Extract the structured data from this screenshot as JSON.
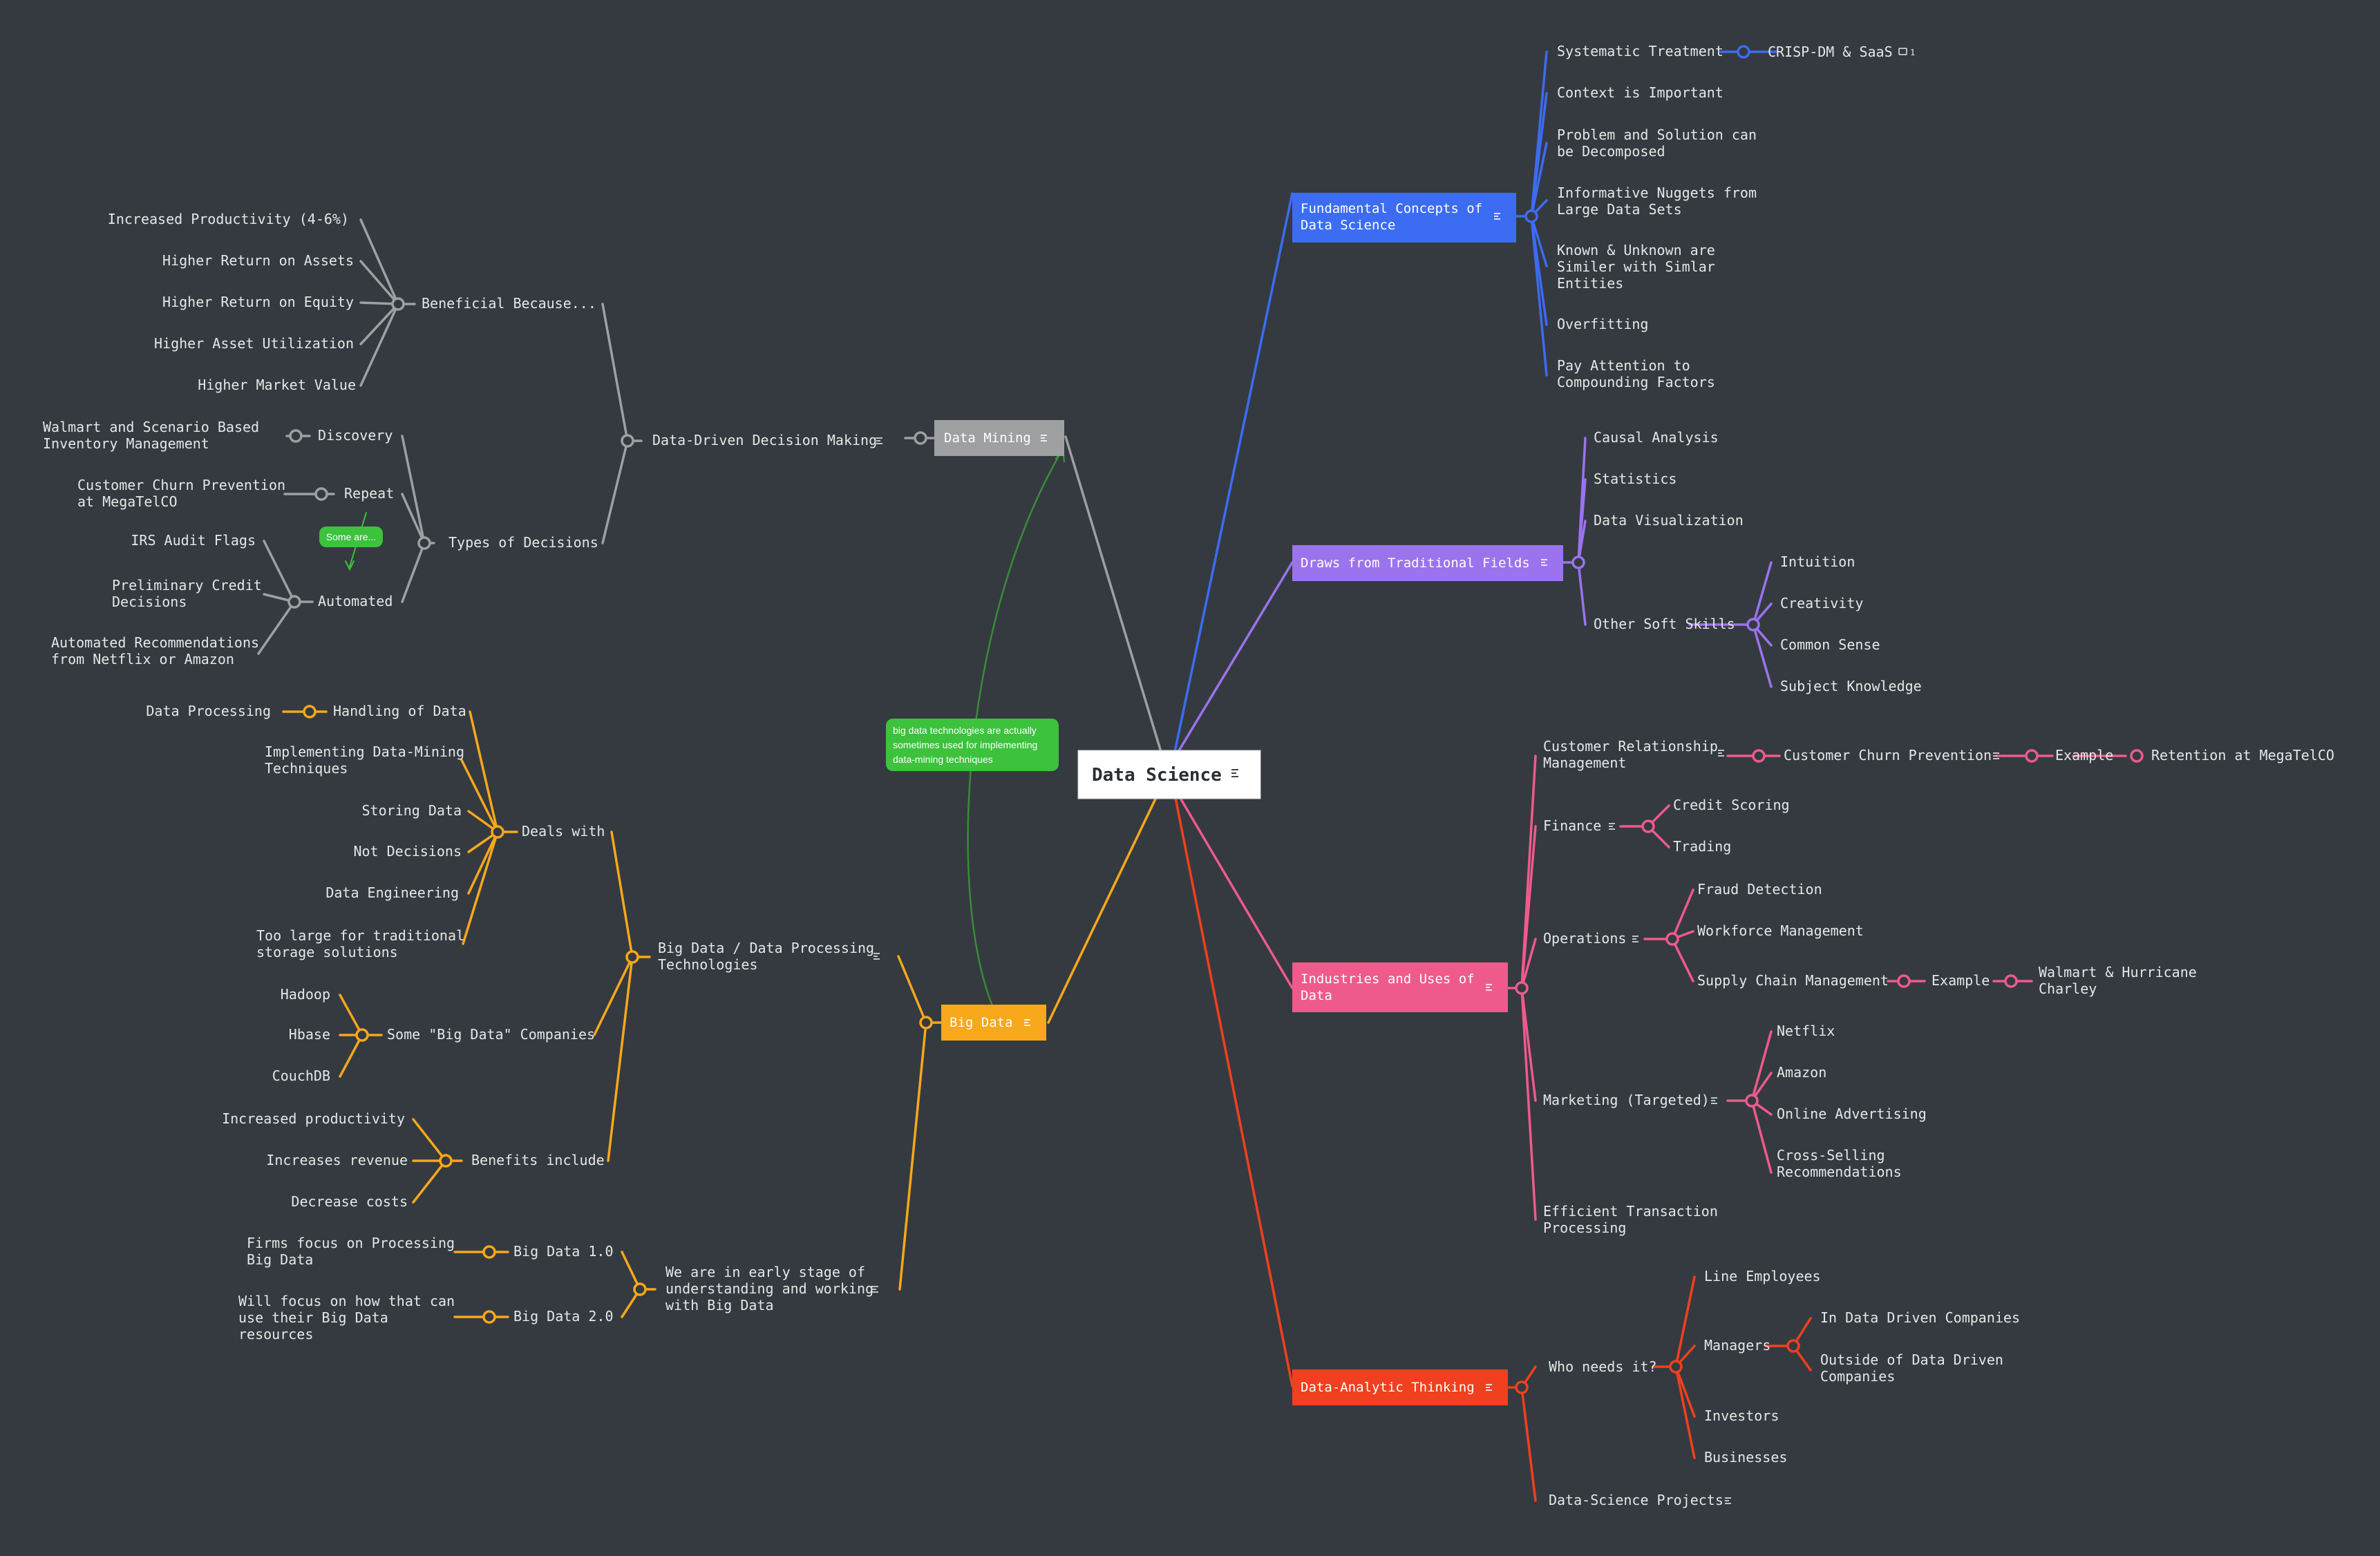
{
  "center": {
    "label": "Data Science"
  },
  "colors": {
    "background": "#353a40",
    "blue": "#3c6cf2",
    "purple": "#9b73ee",
    "pink": "#ef5a8c",
    "red": "#f0401f",
    "gray": "#9ea0a2",
    "orange": "#f7a81b",
    "green": "#3cc23c",
    "text": "#e6e6e6"
  },
  "branches": {
    "fundamentals": {
      "label_line1": "Fundamental Concepts of",
      "label_line2": "Data Science",
      "children": {
        "c1": "Systematic Treatment",
        "c1_child": "CRISP-DM & SaaS",
        "c1_comment_count": "1",
        "c2": "Context is Important",
        "c3_l1": "Problem and Solution can",
        "c3_l2": "be Decomposed",
        "c4_l1": "Informative Nuggets from",
        "c4_l2": "Large Data Sets",
        "c5_l1": "Known & Unknown are",
        "c5_l2": "Similer with Simlar",
        "c5_l3": "Entities",
        "c6": "Overfitting",
        "c7_l1": "Pay Attention to",
        "c7_l2": "Compounding Factors"
      }
    },
    "traditional": {
      "label": "Draws from Traditional Fields",
      "children": {
        "c1": "Causal Analysis",
        "c2": "Statistics",
        "c3": "Data Visualization",
        "c4": "Other Soft Skills",
        "soft": [
          "Intuition",
          "Creativity",
          "Common Sense",
          "Subject Knowledge"
        ]
      }
    },
    "industries": {
      "label_line1": "Industries and Uses of",
      "label_line2": "Data",
      "children": {
        "crm_l1": "Customer Relationship",
        "crm_l2": "Management",
        "crm_c1": "Customer Churn Prevention",
        "crm_c2": "Example",
        "crm_c3": "Retention at MegaTelCO",
        "finance": "Finance",
        "finance_c": [
          "Credit Scoring",
          "Trading"
        ],
        "operations": "Operations",
        "ops_c1": "Fraud Detection",
        "ops_c2": "Workforce Management",
        "ops_c3": "Supply Chain Management",
        "ops_c3_ex": "Example",
        "ops_c3_ex_l1": "Walmart & Hurricane",
        "ops_c3_ex_l2": "Charley",
        "marketing": "Marketing (Targeted)",
        "mkt_c1": "Netflix",
        "mkt_c2": "Amazon",
        "mkt_c3": "Online Advertising",
        "mkt_c4_l1": "Cross-Selling",
        "mkt_c4_l2": "Recommendations",
        "eff_l1": "Efficient Transaction",
        "eff_l2": "Processing"
      }
    },
    "analytic": {
      "label": "Data-Analytic Thinking",
      "children": {
        "who": "Who needs it?",
        "who_c1": "Line Employees",
        "who_c2": "Managers",
        "mgr_c1": "In Data Driven Companies",
        "mgr_c2_l1": "Outside of Data Driven",
        "mgr_c2_l2": "Companies",
        "who_c3": "Investors",
        "who_c4": "Businesses",
        "projects": "Data-Science Projects"
      }
    },
    "mining": {
      "label": "Data Mining",
      "ddd": "Data-Driven Decision Making",
      "beneficial": "Beneficial Because...",
      "ben_c": [
        "Increased Productivity (4-6%)",
        "Higher Return on Assets",
        "Higher Return on Equity",
        "Higher Asset Utilization",
        "Higher Market Value"
      ],
      "types": "Types of Decisions",
      "discovery": "Discovery",
      "disc_c_l1": "Walmart and Scenario Based",
      "disc_c_l2": "Inventory Management",
      "repeat": "Repeat",
      "rep_c_l1": "Customer Churn Prevention",
      "rep_c_l2": "at MegaTelCO",
      "automated": "Automated",
      "auto_c1": "IRS Audit Flags",
      "auto_c2_l1": "Preliminary Credit",
      "auto_c2_l2": "Decisions",
      "auto_c3_l1": "Automated Recommendations",
      "auto_c3_l2": "from Netflix or Amazon",
      "callout": "Some are..."
    },
    "bigdata": {
      "label": "Big Data",
      "tech_l1": "Big Data / Data Processing",
      "tech_l2": "Technologies",
      "deals": "Deals with",
      "handling": "Handling of Data",
      "processing": "Data Processing",
      "impl_l1": "Implementing Data-Mining",
      "impl_l2": "Techniques",
      "storing": "Storing Data",
      "notdec": "Not Decisions",
      "engineering": "Data Engineering",
      "toolarge_l1": "Too large for traditional",
      "toolarge_l2": "storage solutions",
      "companies": "Some \"Big Data\" Companies",
      "comp_c": [
        "Hadoop",
        "Hbase",
        "CouchDB"
      ],
      "benefits": "Benefits include",
      "ben_c": [
        "Increased productivity",
        "Increases revenue",
        "Decrease costs"
      ],
      "early_l1": "We are in early stage of",
      "early_l2": "understanding and working",
      "early_l3": "with Big Data",
      "bd1": "Big Data 1.0",
      "bd1_c_l1": "Firms focus on Processing",
      "bd1_c_l2": "Big Data",
      "bd2": "Big Data 2.0",
      "bd2_c_l1": "Will focus on how that can",
      "bd2_c_l2": "use their Big Data",
      "bd2_c_l3": "resources"
    }
  },
  "relationship_note": {
    "l1": "big data technologies are actually",
    "l2": "sometimes used for implementing",
    "l3": "data-mining techniques"
  }
}
